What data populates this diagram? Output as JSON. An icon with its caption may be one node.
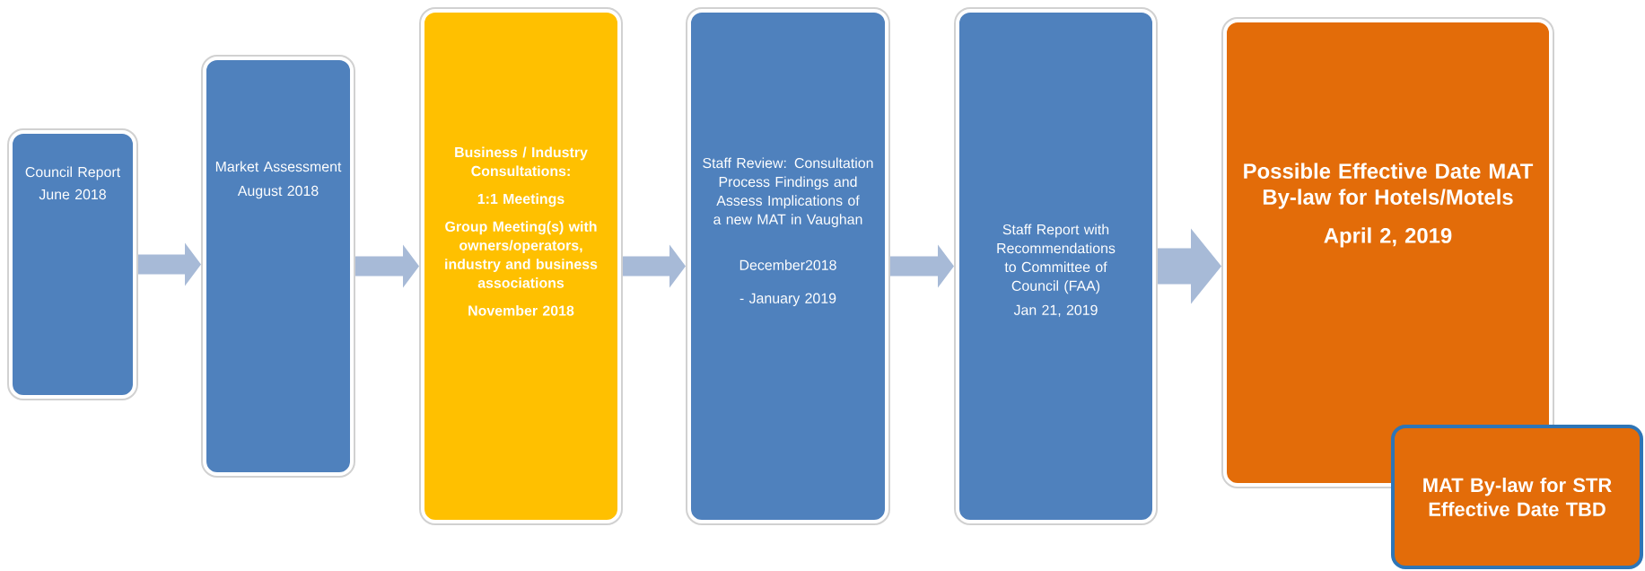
{
  "diagram": {
    "nodes": [
      {
        "text": [
          "Council Report",
          "June 2018"
        ]
      },
      {
        "text": [
          "Market Assessment",
          "August 2018"
        ]
      },
      {
        "text": [
          "Business / Industry Consultations:",
          "1:1 Meetings",
          "Group Meeting(s) with owners/operators, industry and business associations",
          "November 2018"
        ]
      },
      {
        "text": [
          "Staff Review: Consultation Process Findings and Assess Implications of a new MAT in Vaughan",
          "December2018",
          "- January 2019"
        ]
      },
      {
        "text": [
          "Staff Report with Recommendations to Committee of Council  (FAA)",
          "Jan 21, 2019"
        ]
      },
      {
        "text": [
          "Possible Effective Date MAT By-law for Hotels/Motels",
          "April 2, 2019"
        ]
      },
      {
        "text": [
          "MAT By-law for STR Effective Date TBD"
        ]
      }
    ],
    "edges": [
      {
        "from": 0,
        "to": 1,
        "arrow": "to"
      },
      {
        "from": 1,
        "to": 2,
        "arrow": "to"
      },
      {
        "from": 2,
        "to": 3,
        "arrow": "to"
      },
      {
        "from": 3,
        "to": 4,
        "arrow": "to"
      },
      {
        "from": 4,
        "to": 5,
        "arrow": "to",
        "style": "thick"
      }
    ]
  }
}
